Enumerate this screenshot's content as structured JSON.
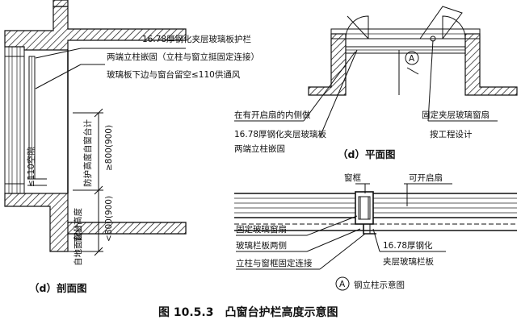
{
  "section_view": {
    "label_railing": "16.78厚钢化夹层玻璃板护栏",
    "label_posts": "两端立柱嵌固（立柱与窗立挺固定连接）",
    "label_gap_vent": "玻璃板下边与窗台留空≤110供通风",
    "label_gap": "≤110空隙",
    "label_guard_height": "防护高度自窗台计",
    "label_sill_height": "窗台高度",
    "label_ground": "自地面起计",
    "dim_upper": "≥800(900)",
    "dim_lower": "<800(900)",
    "caption": "（d）剖面图"
  },
  "plan_view": {
    "label_inner": "在有开启扇的内侧做",
    "label_glass": "16.78厚钢化夹层玻璃板",
    "label_posts": "两端立柱嵌固",
    "label_fixed_window": "固定夹层玻璃窗扇",
    "label_by_design": "按工程设计",
    "marker": "A",
    "caption": "（d）平面图"
  },
  "detail_a": {
    "label_frame": "窗框",
    "label_openable": "可开启扇",
    "label_fixed_sash": "固定玻璃窗扇",
    "label_both_sides": "玻璃栏板两侧",
    "label_post_fix": "立柱与窗框固定连接",
    "label_glass_1": "16.78厚钢化",
    "label_glass_2": "夹层玻璃栏板",
    "marker": "A",
    "caption": "钢立柱示意图"
  },
  "figure_caption": "图 10.5.3　凸窗台护栏高度示意图"
}
